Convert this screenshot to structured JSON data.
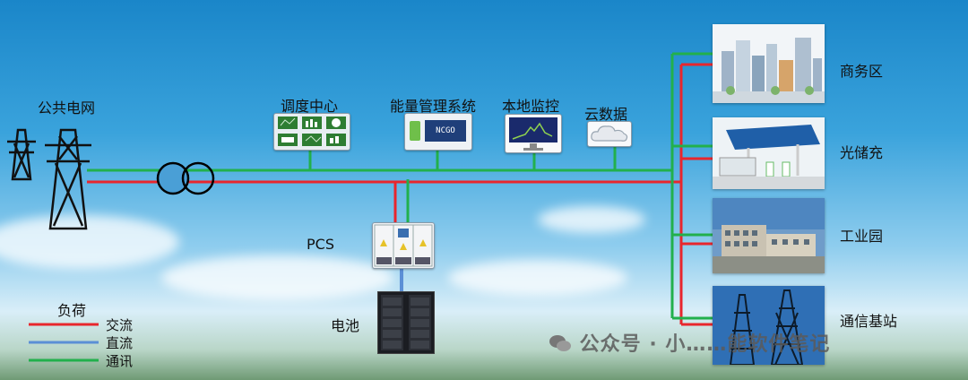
{
  "grid": {
    "label": "公共电网"
  },
  "nodes": {
    "dispatch": "调度中心",
    "ems": "能量管理系统",
    "ems_screen": "NCGO",
    "local_monitor": "本地监控",
    "cloud": "云数据",
    "pcs": "PCS",
    "battery": "电池"
  },
  "loads": [
    {
      "label": "商务区",
      "icon": "city-icon"
    },
    {
      "label": "光储充",
      "icon": "solar-charging-station-icon"
    },
    {
      "label": "工业园",
      "icon": "industrial-park-icon"
    },
    {
      "label": "通信基站",
      "icon": "telecom-tower-icon"
    }
  ],
  "legend": {
    "title": "负荷",
    "items": [
      {
        "label": "交流",
        "color": "#e8262d"
      },
      {
        "label": "直流",
        "color": "#5b8fd6"
      },
      {
        "label": "通讯",
        "color": "#22b04c"
      }
    ]
  },
  "colors": {
    "ac": "#e8262d",
    "dc": "#5b8fd6",
    "comm": "#22b04c"
  },
  "watermark": "公众号 · 小……能软件笔记"
}
